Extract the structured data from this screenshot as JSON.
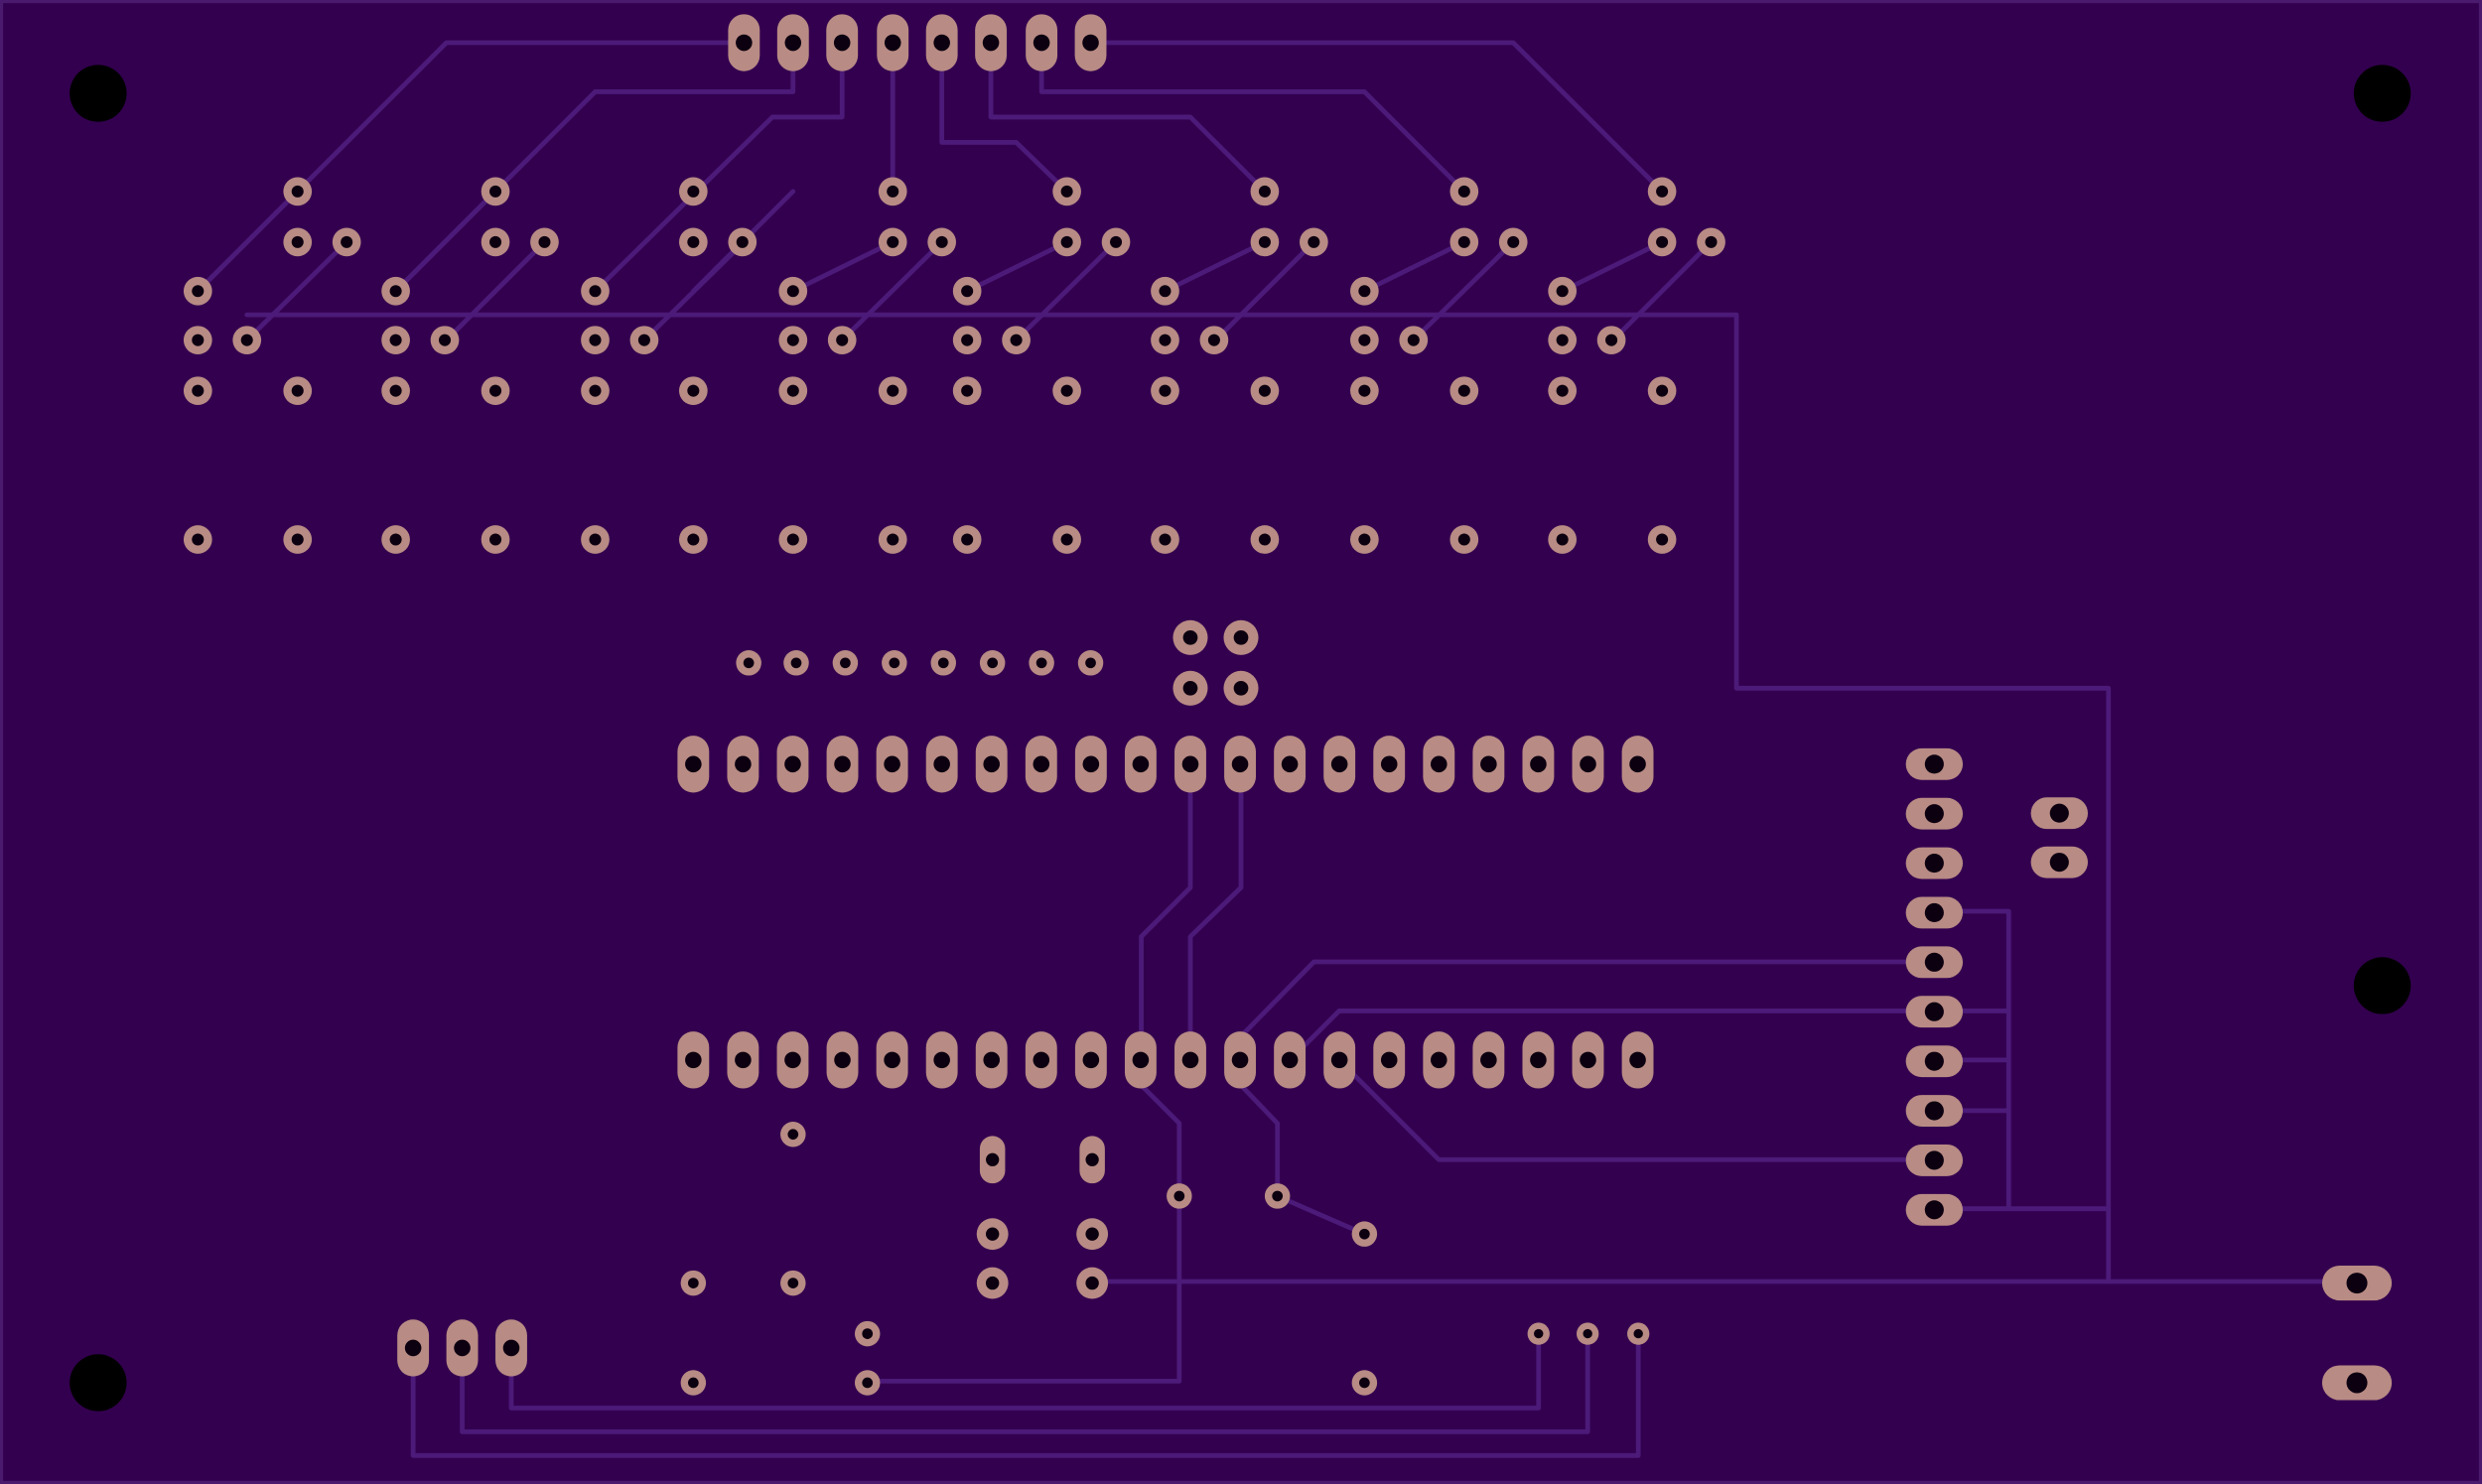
{
  "colors": {
    "board": "#33004f",
    "board_edge": "#4a1a6e",
    "trace": "#4c1a78",
    "pad": "#b88b84",
    "pad_hole": "#0c0010",
    "mount_hole": "#000000"
  },
  "diagram": {
    "type": "pcb-layout",
    "layer": "bottom-copper",
    "components": [
      {
        "id": "connector-header-8-pin-top",
        "kind": "oval-pad-header"
      },
      {
        "id": "switch-matrix-grid",
        "kind": "through-hole-pads"
      },
      {
        "id": "resistor-row-8",
        "kind": "small-pads"
      },
      {
        "id": "ic-dip-40",
        "kind": "dip-socket"
      },
      {
        "id": "connector-header-10-pin-right",
        "kind": "oval-pad-header"
      },
      {
        "id": "connector-header-2-pin-right",
        "kind": "oval-pad-header"
      },
      {
        "id": "power-connector-3-pin",
        "kind": "oval-pad-header"
      },
      {
        "id": "power-pads-right",
        "kind": "oval-pad-header"
      },
      {
        "id": "mounting-holes",
        "kind": "mount-hole",
        "count": 5
      }
    ]
  }
}
